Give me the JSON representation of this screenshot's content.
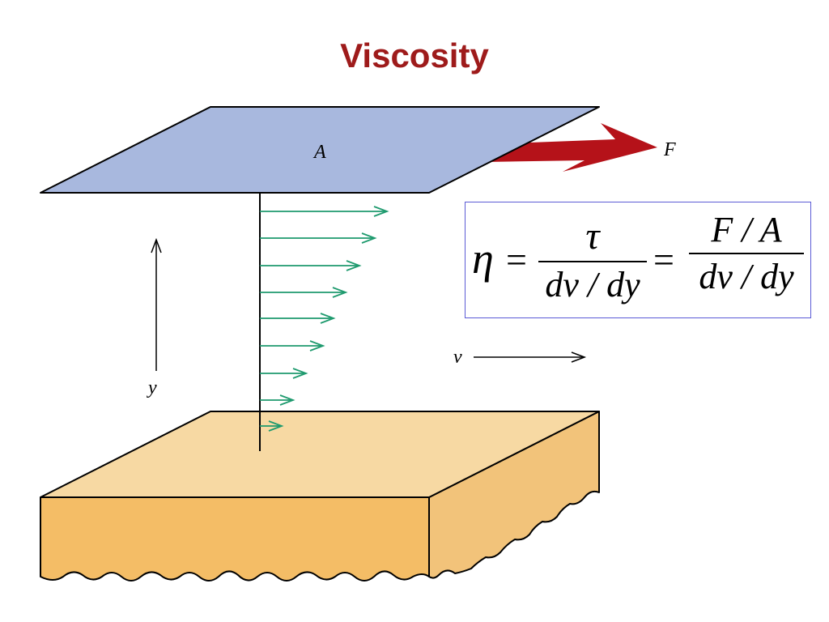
{
  "title": "Viscosity",
  "labels": {
    "plate_area": "A",
    "force": "F",
    "velocity": "v",
    "height": "y"
  },
  "formula": {
    "lhs": "η",
    "equals": "=",
    "fraction1": {
      "numerator": "τ",
      "denominator": "dv / dy"
    },
    "fraction2": {
      "numerator": "F / A",
      "denominator": "dv / dy"
    }
  },
  "colors": {
    "title": "#9e1b1b",
    "top_plate": "#a8b8de",
    "force_arrow": "#b51219",
    "velocity_arrows": "#1e9a6e",
    "bottom_block_top": "#f7d9a3",
    "bottom_block_front": "#f4bd66",
    "bottom_block_side": "#f2c37a",
    "formula_border": "#5b5bd6"
  }
}
